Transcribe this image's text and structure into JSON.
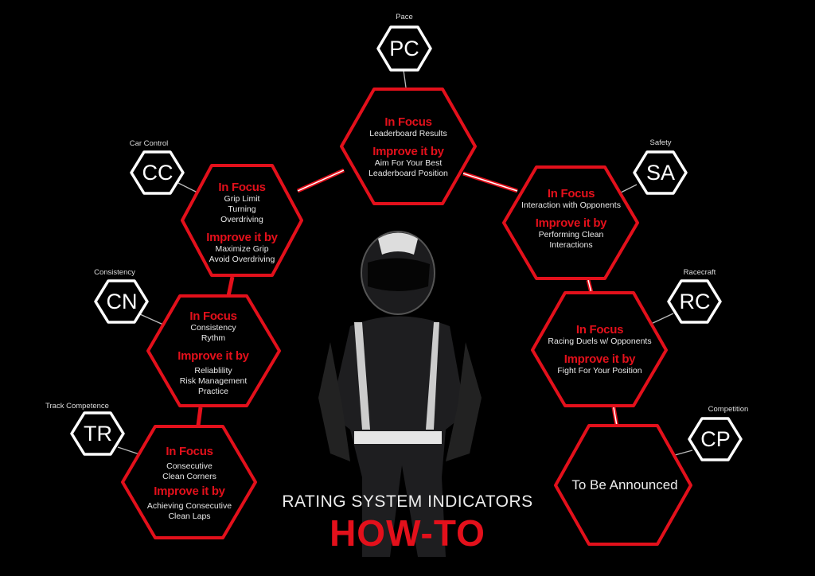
{
  "title": {
    "line1": "RATING SYSTEM INDICATORS",
    "line2": "HOW-TO"
  },
  "colors": {
    "accent": "#e3101b",
    "background": "#000000"
  },
  "focus_label": "In Focus",
  "improve_label": "Improve it by",
  "indicators": {
    "pc": {
      "abbr": "PC",
      "name": "Pace",
      "focus": [
        "Leaderboard Results"
      ],
      "improve": [
        "Aim For Your Best",
        "Leaderboard Position"
      ]
    },
    "cc": {
      "abbr": "CC",
      "name": "Car Control",
      "focus": [
        "Grip Limit",
        "Turning",
        "Overdriving"
      ],
      "improve": [
        "Maximize Grip",
        "Avoid Overdriving"
      ]
    },
    "sa": {
      "abbr": "SA",
      "name": "Safety",
      "focus": [
        "Interaction with Opponents"
      ],
      "improve": [
        "Performing Clean",
        "Interactions"
      ]
    },
    "cn": {
      "abbr": "CN",
      "name": "Consistency",
      "focus": [
        "Consistency",
        "Rythm"
      ],
      "improve": [
        "Reliablility",
        "Risk Management",
        "Practice"
      ]
    },
    "rc": {
      "abbr": "RC",
      "name": "Racecraft",
      "focus": [
        "Racing Duels w/ Opponents"
      ],
      "improve": [
        "Fight For Your Position"
      ]
    },
    "tr": {
      "abbr": "TR",
      "name": "Track Competence",
      "focus": [
        "Consecutive",
        "Clean Corners"
      ],
      "improve": [
        "Achieving Consecutive",
        "Clean Laps"
      ]
    },
    "cp": {
      "abbr": "CP",
      "name": "Competition",
      "status": "To Be Announced"
    }
  }
}
